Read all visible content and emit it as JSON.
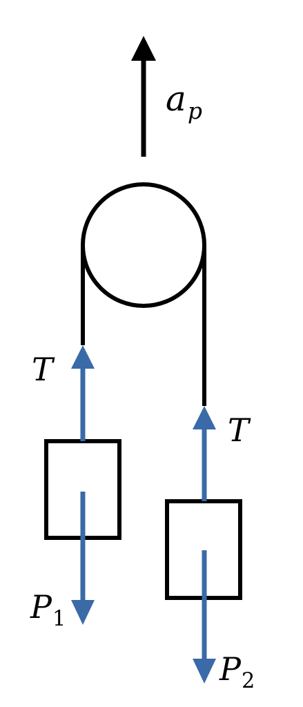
{
  "labels": {
    "pulley_acceleration": {
      "main": "a",
      "sub": "p"
    },
    "tension_left": "T",
    "tension_right": "T",
    "weight_left": {
      "main": "P",
      "sub": "1"
    },
    "weight_right": {
      "main": "P",
      "sub": "2"
    }
  },
  "colors": {
    "line": "#000000",
    "force_arrow": "#3a6aa8"
  }
}
